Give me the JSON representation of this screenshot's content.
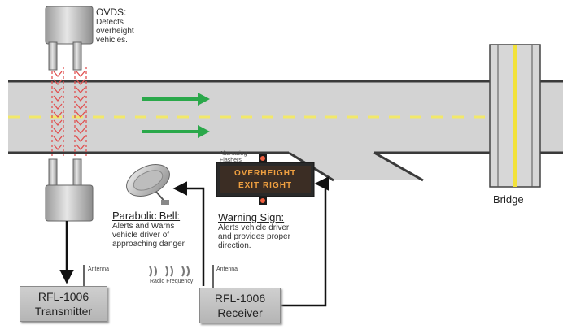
{
  "ovds": {
    "title": "OVDS:",
    "desc_lines": [
      "Detects",
      "overheight",
      "vehicles."
    ]
  },
  "parabolic_bell": {
    "title": "Parabolic Bell:",
    "desc_lines": [
      "Alerts and Warns",
      "vehicle driver of",
      "approaching danger"
    ]
  },
  "warning_sign": {
    "title": "Warning Sign:",
    "desc_lines": [
      "Alerts vehicle driver",
      "and provides proper",
      "direction."
    ],
    "flasher_label_lines": [
      "Alternating",
      "Flashers"
    ],
    "sign_lines": [
      "OVERHEIGHT",
      "EXIT RIGHT"
    ]
  },
  "bridge": {
    "label": "Bridge"
  },
  "antenna_left": {
    "label": "Antenna"
  },
  "antenna_right": {
    "label": "Antenna"
  },
  "radio": {
    "label": "Radio Frequency"
  },
  "transmitter": {
    "line1": "RFL-1006",
    "line2": "Transmitter"
  },
  "receiver": {
    "line1": "RFL-1006",
    "line2": "Receiver"
  },
  "colors": {
    "road": "#d3d3d3",
    "road_edge": "#3a3a3a",
    "lane_marking": "#f2e86a",
    "arrow": "#2aa84a",
    "beam": "#e05050",
    "bridge_stripe": "#f2e23a",
    "sign_text": "#f0a040"
  }
}
